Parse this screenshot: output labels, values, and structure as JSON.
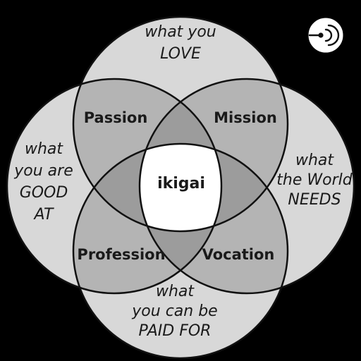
{
  "circles": {
    "top": [
      "what you",
      "LOVE"
    ],
    "left": [
      "what",
      "you are",
      "GOOD",
      "AT"
    ],
    "right": [
      "what",
      "the World",
      "NEEDS"
    ],
    "bottom": [
      "what",
      "you can be",
      "PAID FOR"
    ]
  },
  "overlaps": {
    "passion": "Passion",
    "mission": "Mission",
    "profession": "Profession",
    "vocation": "Vocation"
  },
  "center": "ikigai",
  "badge": {
    "icon": "podcast-icon"
  },
  "colors": {
    "background": "#000000",
    "single": "#d8d8d8",
    "double": "#b4b4b4",
    "triple": "#9c9c9c",
    "center": "#ffffff"
  }
}
